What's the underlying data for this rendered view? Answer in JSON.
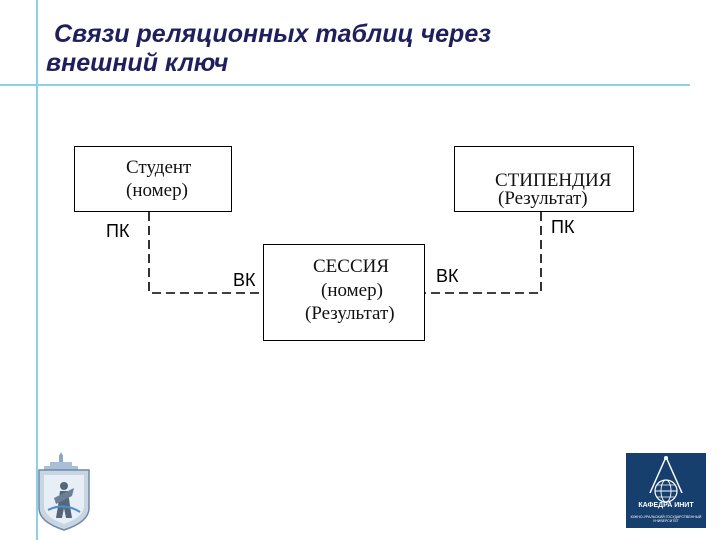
{
  "slide": {
    "title_line1": "Связи реляционных таблиц через",
    "title_line2": "внешний ключ"
  },
  "diagram": {
    "student": {
      "name": "Студент",
      "field": "(номер)"
    },
    "stipend": {
      "name": "СТИПЕНДИЯ",
      "field": "(Результат)"
    },
    "session": {
      "name": "СЕССИЯ",
      "field1": "(номер)",
      "field2": "(Результат)"
    },
    "labels": {
      "pk": "ПК",
      "fk": "ВК"
    }
  },
  "logos": {
    "right_line1": "КАФЕДРА ИНИТ",
    "right_line2": "ЮЖНО-УРАЛЬСКИЙ ГОСУДАРСТВЕННЫЙ УНИВЕРСИТЕТ"
  },
  "colors": {
    "title": "#1f1f5e",
    "accent_line": "#8fd0e6",
    "logo_bg": "#173f6e"
  }
}
